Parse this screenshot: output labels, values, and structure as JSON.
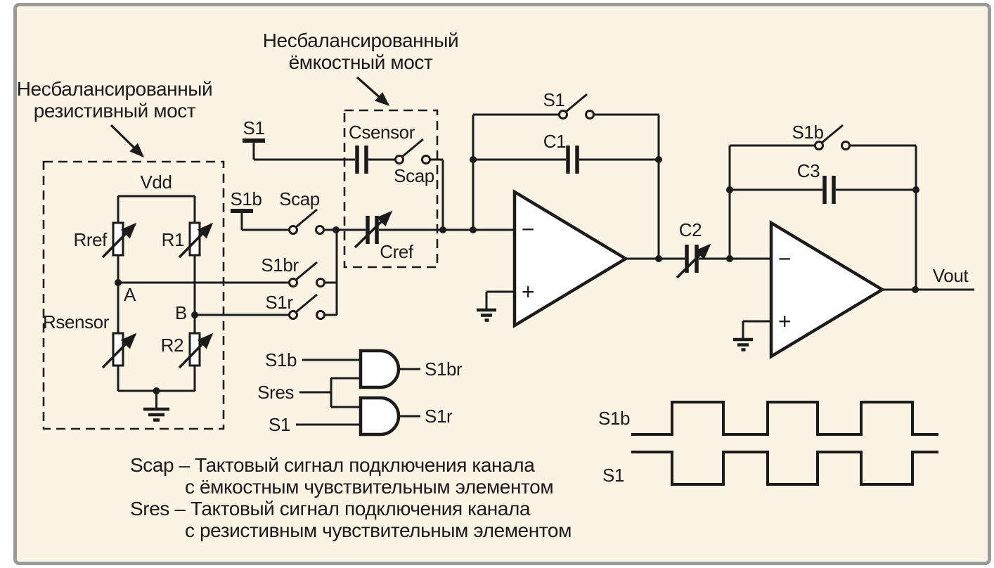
{
  "colors": {
    "background": "#FBF3E3",
    "frame_border": "#9A9A9A",
    "ink": "#1B1B1B",
    "component_fill": "#FFFFFF"
  },
  "annotations": {
    "resistive_title_line1": "Несбалансированный",
    "resistive_title_line2": "резистивный мост",
    "capacitive_title_line1": "Несбалансированный",
    "capacitive_title_line2": "ёмкостный мост"
  },
  "bridge": {
    "vdd": "Vdd",
    "rref": "Rref",
    "r1": "R1",
    "rsensor": "Rsensor",
    "r2": "R2",
    "node_a": "A",
    "node_b": "B"
  },
  "cap_bridge": {
    "csensor": "Csensor",
    "scap": "Scap",
    "cref": "Cref"
  },
  "sources": {
    "s1": "S1",
    "s1b": "S1b"
  },
  "switches": {
    "scap": "Scap",
    "s1br": "S1br",
    "s1r": "S1r",
    "s1_feedback": "S1",
    "s1b_feedback": "S1b"
  },
  "capacitors": {
    "c1": "C1",
    "c2": "C2",
    "c3": "C3"
  },
  "opamps": {
    "inverting": "−",
    "noninverting": "+"
  },
  "output": {
    "vout": "Vout"
  },
  "logic": {
    "in_s1b": "S1b",
    "in_sres": "Sres",
    "in_s1": "S1",
    "out_s1br": "S1br",
    "out_s1r": "S1r"
  },
  "legend": {
    "line1": "Scap – Тактовый сигнал подключения канала",
    "line2": "с ёмкостным чувствительным элементом",
    "line3": "Sres – Тактовый сигнал подключения канала",
    "line4": "с резистивным чувствительным элементом"
  },
  "timing": {
    "s1b": "S1b",
    "s1": "S1",
    "s1b_levels": [
      0,
      1,
      0,
      1,
      0,
      1,
      0
    ],
    "s1_levels": [
      1,
      0,
      1,
      0,
      1,
      0,
      1
    ]
  }
}
